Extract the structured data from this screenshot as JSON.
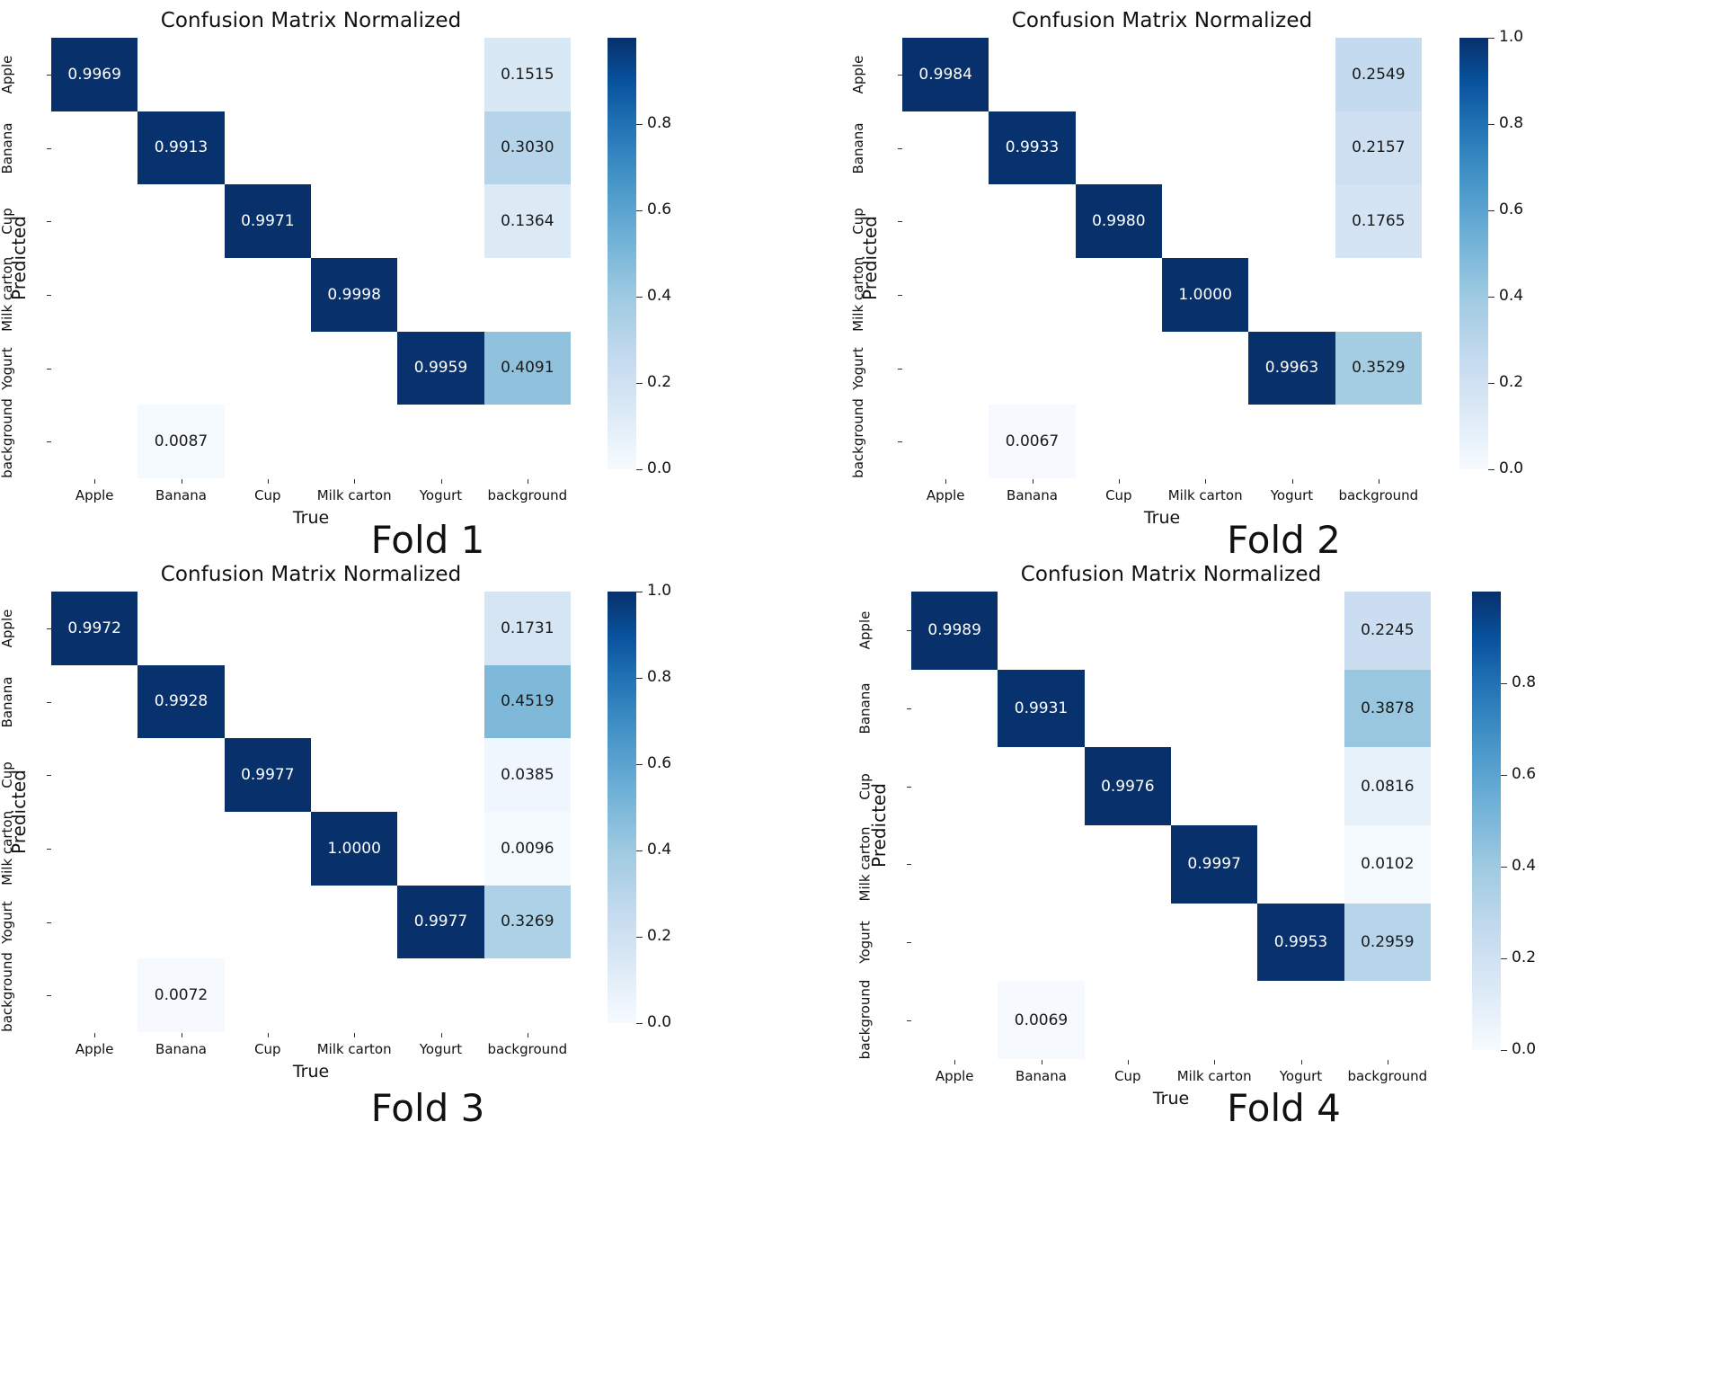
{
  "figure": {
    "panel_title": "Confusion Matrix Normalized",
    "xlabel": "True",
    "ylabel": "Predicted",
    "classes": [
      "Apple",
      "Banana",
      "Cup",
      "Milk carton",
      "Yogurt",
      "background"
    ],
    "colormap": "Blues",
    "dark_cell_color": "#0d3268",
    "text_dark_on_cell": "#ffffff"
  },
  "chart_data": [
    {
      "type": "heatmap",
      "title": "Confusion Matrix Normalized",
      "caption": "Fold 1",
      "xlabel": "True",
      "ylabel": "Predicted",
      "xticklabels": [
        "Apple",
        "Banana",
        "Cup",
        "Milk carton",
        "Yogurt",
        "background"
      ],
      "yticklabels": [
        "Apple",
        "Banana",
        "Cup",
        "Milk carton",
        "Yogurt",
        "background"
      ],
      "colorbar_ticks": [
        "0.8",
        "0.6",
        "0.4",
        "0.2",
        "0.0"
      ],
      "colorbar_tick_values": [
        0.8,
        0.6,
        0.4,
        0.2,
        0.0
      ],
      "clim": [
        0.0,
        1.0
      ],
      "values": [
        [
          "0.9969",
          "",
          "",
          "",
          "",
          "0.1515"
        ],
        [
          "",
          "0.9913",
          "",
          "",
          "",
          "0.3030"
        ],
        [
          "",
          "",
          "0.9971",
          "",
          "",
          "0.1364"
        ],
        [
          "",
          "",
          "",
          "0.9998",
          "",
          ""
        ],
        [
          "",
          "",
          "",
          "",
          "0.9959",
          "0.4091"
        ],
        [
          "",
          "0.0087",
          "",
          "",
          "",
          ""
        ]
      ],
      "numeric": [
        [
          0.9969,
          null,
          null,
          null,
          null,
          0.1515
        ],
        [
          null,
          0.9913,
          null,
          null,
          null,
          0.303
        ],
        [
          null,
          null,
          0.9971,
          null,
          null,
          0.1364
        ],
        [
          null,
          null,
          null,
          0.9998,
          null,
          null
        ],
        [
          null,
          null,
          null,
          null,
          0.9959,
          0.4091
        ],
        [
          null,
          0.0087,
          null,
          null,
          null,
          null
        ]
      ]
    },
    {
      "type": "heatmap",
      "title": "Confusion Matrix Normalized",
      "caption": "Fold 2",
      "xlabel": "True",
      "ylabel": "Predicted",
      "xticklabels": [
        "Apple",
        "Banana",
        "Cup",
        "Milk carton",
        "Yogurt",
        "background"
      ],
      "yticklabels": [
        "Apple",
        "Banana",
        "Cup",
        "Milk carton",
        "Yogurt",
        "background"
      ],
      "colorbar_ticks": [
        "1.0",
        "0.8",
        "0.6",
        "0.4",
        "0.2",
        "0.0"
      ],
      "colorbar_tick_values": [
        1.0,
        0.8,
        0.6,
        0.4,
        0.2,
        0.0
      ],
      "clim": [
        0.0,
        1.0
      ],
      "values": [
        [
          "0.9984",
          "",
          "",
          "",
          "",
          "0.2549"
        ],
        [
          "",
          "0.9933",
          "",
          "",
          "",
          "0.2157"
        ],
        [
          "",
          "",
          "0.9980",
          "",
          "",
          "0.1765"
        ],
        [
          "",
          "",
          "",
          "1.0000",
          "",
          ""
        ],
        [
          "",
          "",
          "",
          "",
          "0.9963",
          "0.3529"
        ],
        [
          "",
          "0.0067",
          "",
          "",
          "",
          ""
        ]
      ],
      "numeric": [
        [
          0.9984,
          null,
          null,
          null,
          null,
          0.2549
        ],
        [
          null,
          0.9933,
          null,
          null,
          null,
          0.2157
        ],
        [
          null,
          null,
          0.998,
          null,
          null,
          0.1765
        ],
        [
          null,
          null,
          null,
          1.0,
          null,
          null
        ],
        [
          null,
          null,
          null,
          null,
          0.9963,
          0.3529
        ],
        [
          null,
          0.0067,
          null,
          null,
          null,
          null
        ]
      ]
    },
    {
      "type": "heatmap",
      "title": "Confusion Matrix Normalized",
      "caption": "Fold 3",
      "xlabel": "True",
      "ylabel": "Predicted",
      "xticklabels": [
        "Apple",
        "Banana",
        "Cup",
        "Milk carton",
        "Yogurt",
        "background"
      ],
      "yticklabels": [
        "Apple",
        "Banana",
        "Cup",
        "Milk carton",
        "Yogurt",
        "background"
      ],
      "colorbar_ticks": [
        "1.0",
        "0.8",
        "0.6",
        "0.4",
        "0.2",
        "0.0"
      ],
      "colorbar_tick_values": [
        1.0,
        0.8,
        0.6,
        0.4,
        0.2,
        0.0
      ],
      "clim": [
        0.0,
        1.0
      ],
      "values": [
        [
          "0.9972",
          "",
          "",
          "",
          "",
          "0.1731"
        ],
        [
          "",
          "0.9928",
          "",
          "",
          "",
          "0.4519"
        ],
        [
          "",
          "",
          "0.9977",
          "",
          "",
          "0.0385"
        ],
        [
          "",
          "",
          "",
          "1.0000",
          "",
          "0.0096"
        ],
        [
          "",
          "",
          "",
          "",
          "0.9977",
          "0.3269"
        ],
        [
          "",
          "0.0072",
          "",
          "",
          "",
          ""
        ]
      ],
      "numeric": [
        [
          0.9972,
          null,
          null,
          null,
          null,
          0.1731
        ],
        [
          null,
          0.9928,
          null,
          null,
          null,
          0.4519
        ],
        [
          null,
          null,
          0.9977,
          null,
          null,
          0.0385
        ],
        [
          null,
          null,
          null,
          1.0,
          null,
          0.0096
        ],
        [
          null,
          null,
          null,
          null,
          0.9977,
          0.3269
        ],
        [
          null,
          0.0072,
          null,
          null,
          null,
          null
        ]
      ]
    },
    {
      "type": "heatmap",
      "title": "Confusion Matrix Normalized",
      "caption": "Fold 4",
      "xlabel": "True",
      "ylabel": "Predicted",
      "xticklabels": [
        "Apple",
        "Banana",
        "Cup",
        "Milk carton",
        "Yogurt",
        "background"
      ],
      "yticklabels": [
        "Apple",
        "Banana",
        "Cup",
        "Milk carton",
        "Yogurt",
        "background"
      ],
      "colorbar_ticks": [
        "0.8",
        "0.6",
        "0.4",
        "0.2",
        "0.0"
      ],
      "colorbar_tick_values": [
        0.8,
        0.6,
        0.4,
        0.2,
        0.0
      ],
      "clim": [
        0.0,
        1.0
      ],
      "values": [
        [
          "0.9989",
          "",
          "",
          "",
          "",
          "0.2245"
        ],
        [
          "",
          "0.9931",
          "",
          "",
          "",
          "0.3878"
        ],
        [
          "",
          "",
          "0.9976",
          "",
          "",
          "0.0816"
        ],
        [
          "",
          "",
          "",
          "0.9997",
          "",
          "0.0102"
        ],
        [
          "",
          "",
          "",
          "",
          "0.9953",
          "0.2959"
        ],
        [
          "",
          "0.0069",
          "",
          "",
          "",
          ""
        ]
      ],
      "numeric": [
        [
          0.9989,
          null,
          null,
          null,
          null,
          0.2245
        ],
        [
          null,
          0.9931,
          null,
          null,
          null,
          0.3878
        ],
        [
          null,
          null,
          0.9976,
          null,
          null,
          0.0816
        ],
        [
          null,
          null,
          null,
          0.9997,
          null,
          0.0102
        ],
        [
          null,
          null,
          null,
          null,
          0.9953,
          0.2959
        ],
        [
          null,
          0.0069,
          null,
          null,
          null,
          null
        ]
      ]
    }
  ]
}
